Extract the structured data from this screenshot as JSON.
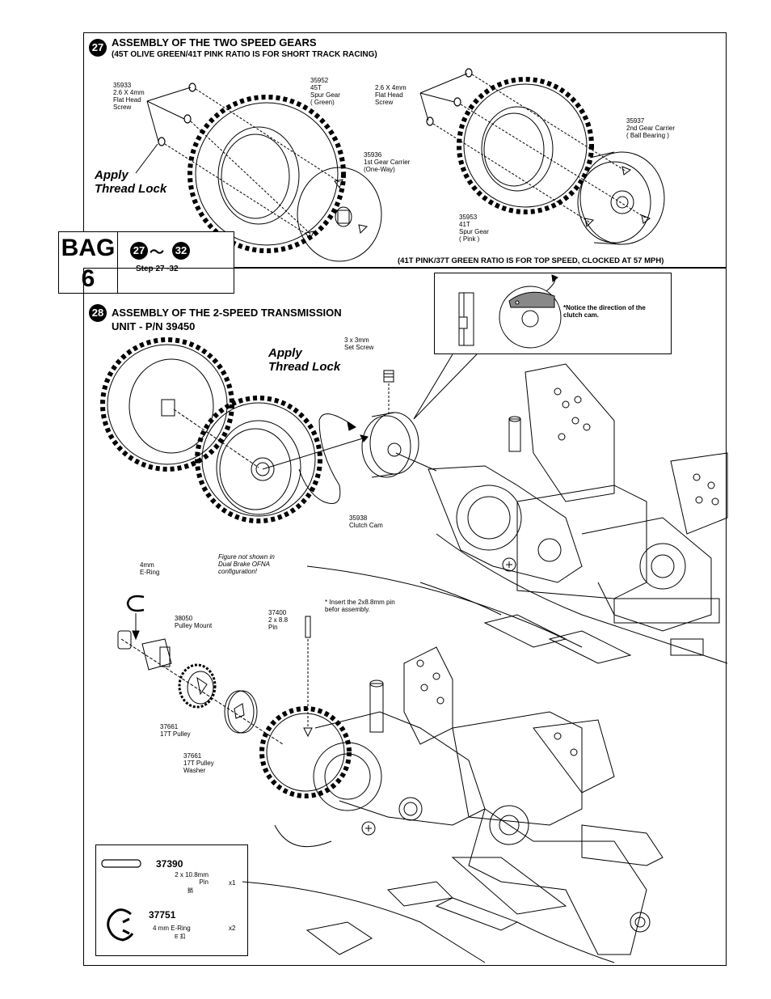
{
  "step27": {
    "number": "27",
    "title": "ASSEMBLY OF THE TWO SPEED GEARS",
    "subtitle": "(45T OLIVE GREEN/41T PINK RATIO IS FOR SHORT TRACK RACING)",
    "apply_thread_lock": "Apply\nThread Lock",
    "parts": {
      "screw_left": "35933\n2.6 X 4mm\nFlat Head\nScrew",
      "spur_45t": "35952\n45T\nSpur Gear\n( Green)",
      "carrier_1st": "35936\n1st Gear Carrier\n(One-Way)",
      "screw_right": "2.6 X 4mm\nFlat Head\nScrew",
      "carrier_2nd": "35937\n2nd Gear Carrier\n( Ball Bearing )",
      "spur_41t": "35953\n41T\nSpur Gear\n( Pink )"
    },
    "footer_note": "(41T PINK/37T GREEN RATIO IS FOR TOP SPEED, CLOCKED AT 57 MPH)"
  },
  "bag": {
    "label": "BAG",
    "number": "6",
    "range_start": "27",
    "range_end": "32",
    "tilde": "～",
    "step_text": "Step 27~32"
  },
  "step28": {
    "number": "28",
    "title_line1": "ASSEMBLY OF THE 2-SPEED TRANSMISSION",
    "title_line2": "UNIT - P/N 39450",
    "apply_thread_lock": "Apply\nThread Lock",
    "set_screw": "3 x 3mm\nSet Screw",
    "clutch_cam": "35938\nClutch Cam",
    "callout_note": "*Notice the direction of the\n clutch cam.",
    "figure_note": "Figure not shown in\nDual Brake OFNA\nconfiguration!",
    "ering": "4mm\nE-Ring",
    "pulley_mount": "38050\nPulley Mount",
    "pin": "37400\n2 x 8.8\nPin",
    "pin_note": "* Insert the 2x8.8mm pin\n  befor assembly.",
    "pulley": "37661\n17T Pulley",
    "pulley_washer": "37661\n17T Pulley\nWasher"
  },
  "parts_box": [
    {
      "part_no": "37390",
      "desc": "2 x 10.8mm\nPin",
      "qty": "x1",
      "sub": "銷"
    },
    {
      "part_no": "37751",
      "desc": "4 mm E-Ring",
      "qty": "x2",
      "sub": "E 扣"
    }
  ]
}
